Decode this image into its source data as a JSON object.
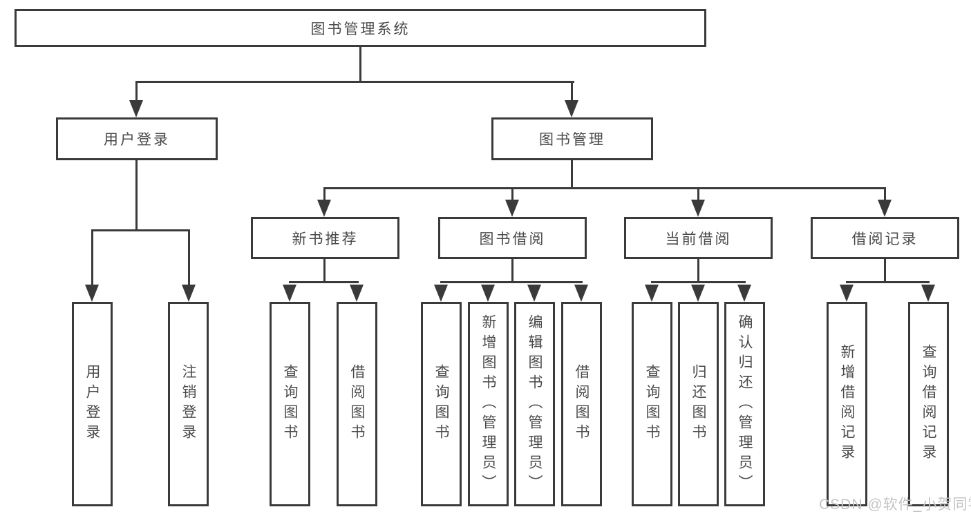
{
  "diagram_title": "图书管理系统",
  "tree": {
    "root": {
      "label": "图书管理系统"
    },
    "branches": [
      {
        "label": "用户登录",
        "children": [
          {
            "label": "用户登录"
          },
          {
            "label": "注销登录"
          }
        ]
      },
      {
        "label": "图书管理",
        "children": [
          {
            "label": "新书推荐",
            "children": [
              {
                "label": "查询图书"
              },
              {
                "label": "借阅图书"
              }
            ]
          },
          {
            "label": "图书借阅",
            "children": [
              {
                "label": "查询图书"
              },
              {
                "label": "新增图书（管理员）"
              },
              {
                "label": "编辑图书（管理员）"
              },
              {
                "label": "借阅图书"
              }
            ]
          },
          {
            "label": "当前借阅",
            "children": [
              {
                "label": "查询图书"
              },
              {
                "label": "归还图书"
              },
              {
                "label": "确认归还（管理员）"
              }
            ]
          },
          {
            "label": "借阅记录",
            "children": [
              {
                "label": "新增借阅记录"
              },
              {
                "label": "查询借阅记录"
              }
            ]
          }
        ]
      }
    ]
  },
  "watermark": {
    "text": "CSDN @软件_小贺同学"
  },
  "colors": {
    "line": "#3a3a3a",
    "box_border": "#3a3a3a",
    "box_background": "#ffffff",
    "text": "#4a4a4a",
    "watermark": "#c4c4c4",
    "background": "#ffffff"
  }
}
